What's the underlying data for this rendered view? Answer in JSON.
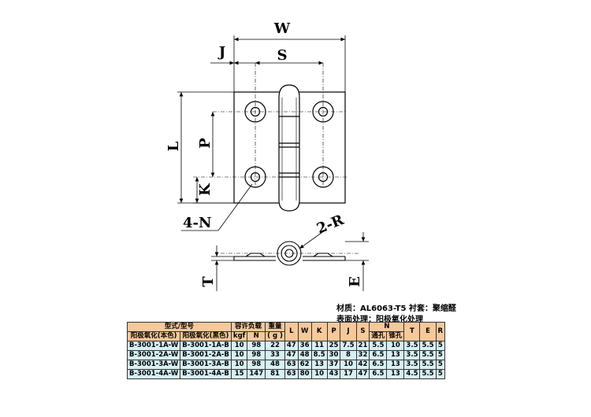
{
  "drawing": {
    "labels": {
      "W": "W",
      "J": "J",
      "S": "S",
      "L": "L",
      "P": "P",
      "K": "K",
      "N": "4-N",
      "R": "2-R",
      "T": "T",
      "E": "E"
    }
  },
  "notes": {
    "line1": "材质：AL6063-T5  衬套：聚缩醛",
    "line2": "表面处理：阳极氧化处理"
  },
  "table": {
    "model_header": "型式/型号",
    "load_header": "容许负载",
    "weight_header": "重量",
    "dims_headers": [
      "L",
      "W",
      "K",
      "P",
      "J",
      "S"
    ],
    "n_header": "N",
    "tail_headers": [
      "T",
      "E",
      "R"
    ],
    "sub_headers": {
      "natural": "阳极氧化(本色)",
      "black": "阳极氧化(黑色)",
      "kgf": "kgf",
      "newton": "N",
      "gram": "( g )",
      "through": "通孔",
      "counter": "锥孔"
    },
    "rows": [
      {
        "natural": "B-3001-1A-W",
        "black": "B-3001-1A-B",
        "kgf": "10",
        "n": "98",
        "g": "22",
        "L": "47",
        "W": "36",
        "K": "11",
        "P": "25",
        "J": "7.5",
        "S": "21",
        "through": "5.5",
        "counter": "10",
        "T": "3.5",
        "E": "5.5",
        "R": "5"
      },
      {
        "natural": "B-3001-2A-W",
        "black": "B-3001-2A-B",
        "kgf": "10",
        "n": "98",
        "g": "33",
        "L": "47",
        "W": "48",
        "K": "8.5",
        "P": "30",
        "J": "8",
        "S": "32",
        "through": "6.5",
        "counter": "13",
        "T": "3.5",
        "E": "5.5",
        "R": "5"
      },
      {
        "natural": "B-3001-3A-W",
        "black": "B-3001-3A-B",
        "kgf": "10",
        "n": "98",
        "g": "48",
        "L": "63",
        "W": "62",
        "K": "13",
        "P": "37",
        "J": "10",
        "S": "42",
        "through": "6.5",
        "counter": "13",
        "T": "3.5",
        "E": "5.5",
        "R": "5"
      },
      {
        "natural": "B-3001-4A-W",
        "black": "B-3001-4A-B",
        "kgf": "15",
        "n": "147",
        "g": "81",
        "L": "63",
        "W": "80",
        "K": "10",
        "P": "43",
        "J": "17",
        "S": "47",
        "through": "6.5",
        "counter": "13",
        "T": "4.5",
        "E": "5.5",
        "R": "5"
      }
    ]
  }
}
